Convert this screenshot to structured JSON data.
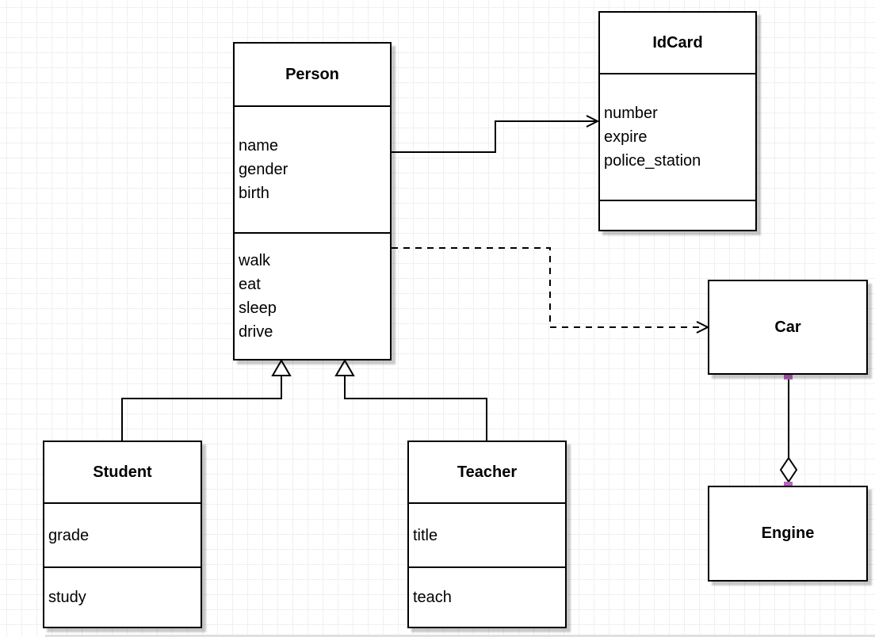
{
  "diagram": {
    "kind": "uml-class-diagram",
    "classes": [
      {
        "name": "Person",
        "attributes": [
          "name",
          "gender",
          "birth"
        ],
        "methods": [
          "walk",
          "eat",
          "sleep",
          "drive"
        ]
      },
      {
        "name": "IdCard",
        "attributes": [
          "number",
          "expire",
          "police_station"
        ],
        "methods": []
      },
      {
        "name": "Car",
        "attributes": [],
        "methods": []
      },
      {
        "name": "Engine",
        "attributes": [],
        "methods": []
      },
      {
        "name": "Student",
        "attributes": [
          "grade"
        ],
        "methods": [
          "study"
        ]
      },
      {
        "name": "Teacher",
        "attributes": [
          "title"
        ],
        "methods": [
          "teach"
        ]
      }
    ],
    "relationships": [
      {
        "from": "Person",
        "to": "IdCard",
        "type": "association",
        "line": "solid",
        "arrow": "open"
      },
      {
        "from": "Person",
        "to": "Car",
        "type": "dependency",
        "line": "dashed",
        "arrow": "open"
      },
      {
        "from": "Student",
        "to": "Person",
        "type": "generalization",
        "line": "solid",
        "arrow": "hollow-triangle"
      },
      {
        "from": "Teacher",
        "to": "Person",
        "type": "generalization",
        "line": "solid",
        "arrow": "hollow-triangle"
      },
      {
        "from": "Car",
        "to": "Engine",
        "type": "aggregation",
        "line": "solid",
        "arrow": "hollow-diamond"
      }
    ],
    "colors": {
      "shape_border": "#000000",
      "shape_fill": "#ffffff",
      "shadow": "#c9c9c9",
      "grid_line": "#f0f0f0",
      "connection_point": "#b565bd"
    }
  }
}
